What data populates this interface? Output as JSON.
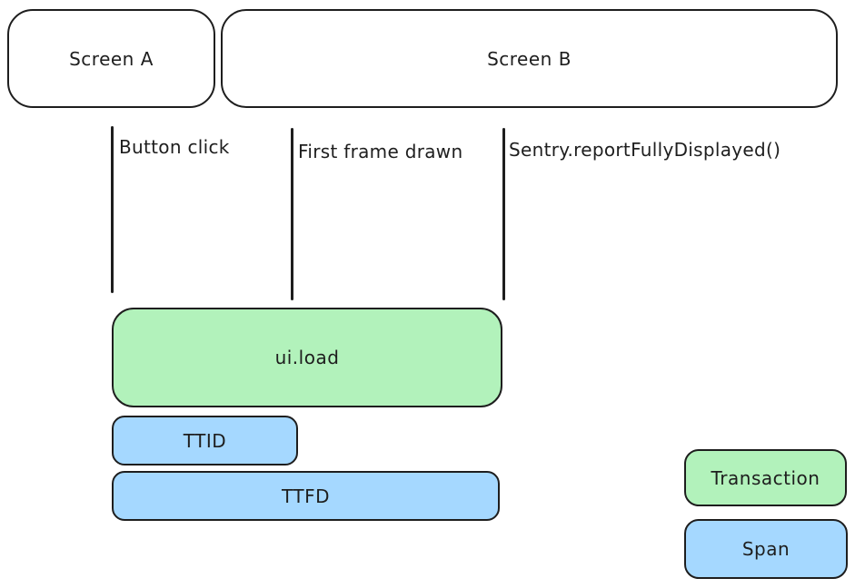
{
  "screens": [
    {
      "label": "Screen A"
    },
    {
      "label": "Screen B"
    }
  ],
  "events": [
    {
      "label": "Button click"
    },
    {
      "label": "First frame drawn"
    },
    {
      "label": "Sentry.reportFullyDisplayed()"
    }
  ],
  "bars": {
    "transaction": {
      "label": "ui.load"
    },
    "ttid": {
      "label": "TTID"
    },
    "ttfd": {
      "label": "TTFD"
    }
  },
  "legend": {
    "transaction": {
      "label": "Transaction"
    },
    "span": {
      "label": "Span"
    }
  },
  "colors": {
    "transaction_fill": "#b2f2bb",
    "span_fill": "#a5d8ff",
    "stroke": "#1e1e1e",
    "background": "#ffffff"
  }
}
